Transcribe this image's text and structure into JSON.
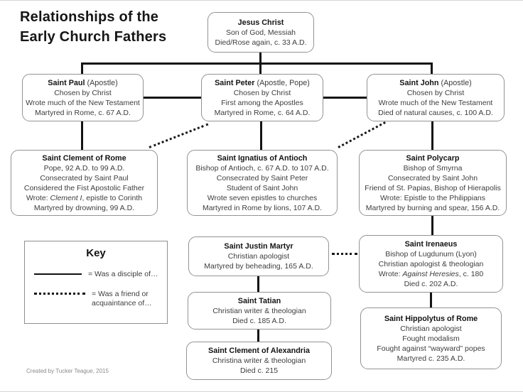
{
  "page": {
    "title_line1": "Relationships of the",
    "title_line2": "Early Church Fathers",
    "credit": "Created by Tucker Teague, 2015"
  },
  "boxes": {
    "jesus": {
      "title": "Jesus Christ",
      "lines": [
        "Son of God, Messiah",
        "Died/Rose again, c. 33 A.D."
      ]
    },
    "paul": {
      "title": "Saint Paul",
      "suffix": " (Apostle)",
      "lines": [
        "Chosen by Christ",
        "Wrote much of the New Testament",
        "Martyred in Rome, c. 67 A.D."
      ]
    },
    "peter": {
      "title": "Saint Peter",
      "suffix": " (Apostle, Pope)",
      "lines": [
        "Chosen by Christ",
        "First among the Apostles",
        "Martyred in Rome, c. 64 A.D."
      ]
    },
    "john": {
      "title": "Saint John",
      "suffix": " (Apostle)",
      "lines": [
        "Chosen by Christ",
        "Wrote much of the New Testament",
        "Died of natural causes, c. 100 A.D."
      ]
    },
    "clement_rome": {
      "title": "Saint Clement of Rome",
      "lines": [
        "Pope, 92 A.D. to 99 A.D.",
        "Consecrated by Saint Paul",
        "Considered the Fist Apostolic Father"
      ],
      "wrote": {
        "pre": "Wrote: ",
        "italic": "Clement I",
        "post": ", epistle to Corinth"
      },
      "last": "Martyred by drowning, 99 A.D."
    },
    "ignatius": {
      "title": "Saint Ignatius of Antioch",
      "lines": [
        "Bishop of Antioch, c. 67 A.D. to 107 A.D.",
        "Consecrated by Saint Peter",
        "Student of Saint John",
        "Wrote seven epistles to churches",
        "Martyred in Rome by lions, 107 A.D."
      ]
    },
    "polycarp": {
      "title": "Saint Polycarp",
      "lines": [
        "Bishop of Smyrna",
        "Consecrated by Saint John",
        "Friend of St. Papias, Bishop of Hierapolis",
        "Wrote: Epistle to the Philippians",
        "Martyred by burning and spear, 156 A.D."
      ]
    },
    "justin": {
      "title": "Saint Justin Martyr",
      "lines": [
        "Christian apologist",
        "Martyred by beheading, 165 A.D."
      ]
    },
    "irenaeus": {
      "title": "Saint Irenaeus",
      "lines": [
        "Bishop of Lugdunum (Lyon)",
        "Christian apologist & theologian"
      ],
      "wrote": {
        "pre": "Wrote: ",
        "italic": "Against Heresies",
        "post": ", c. 180"
      },
      "last": "Died c. 202 A.D."
    },
    "tatian": {
      "title": "Saint Tatian",
      "lines": [
        "Christian writer & theologian",
        "Died c. 185 A.D."
      ]
    },
    "hippolytus": {
      "title": "Saint Hippolytus of Rome",
      "lines": [
        "Christian apologist",
        "Fought modalism",
        "Fought against “wayward” popes",
        "Martyred c. 235 A.D."
      ]
    },
    "clement_alex": {
      "title": "Saint Clement of Alexandria",
      "lines": [
        "Christina writer & theologian",
        "Died c. 215"
      ]
    }
  },
  "key": {
    "title": "Key",
    "solid_label": "= Was a disciple of…",
    "dotted_label_line1": "= Was a friend or",
    "dotted_label_line2": "acquaintance of…"
  },
  "colors": {
    "line": "#141414",
    "box_border": "#939393",
    "text": "#3d3d3d"
  }
}
